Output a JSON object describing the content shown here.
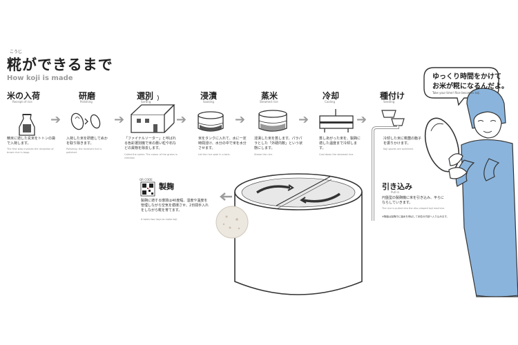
{
  "header": {
    "ruby": "こうじ",
    "title": "糀ができるまで",
    "subtitle": "How koji is made"
  },
  "steps": [
    {
      "title": "米の入荷",
      "en": "Receipt of rice",
      "jp": "精米に適した玄米をトトンの袋で入荷します。",
      "en_desc": "The first step involves the reception of brown rice in bags."
    },
    {
      "title": "研磨",
      "en": "Polishing",
      "jp": "入荷した米を研磨してぬかを取り除きます。",
      "en_desc": "Polishing: the received rice is polished."
    },
    {
      "title": "選別",
      "en": "Sorting",
      "jp": "「ファイナルソーター」と呼ばれる色彩選別機で米の悪い粒や石などの異物を除去します。",
      "en_desc": "Called the sorter. The colour of the grains is checked."
    },
    {
      "title": "浸漬",
      "en": "Soaking",
      "jp": "米をタンクに入れて、水に一定時間浸け、水分の中で米を水分させます。",
      "en_desc": "Let the rice soak in a tank."
    },
    {
      "title": "蒸米",
      "en": "Steamed rice",
      "jp": "浸漬した米を蒸します。パラパラとした「外硬内軟」という状態にします。",
      "en_desc": "Steam the rice."
    },
    {
      "title": "冷却",
      "en": "Cooling",
      "jp": "蒸しあがった米を、製麹に適した温度まで冷却します。",
      "en_desc": "Cool down the steamed rice."
    },
    {
      "title": "種付け",
      "en": "Seeding",
      "jp": "冷却した米に糀菌の胞子を振りかけます。",
      "en_desc": "Koji spores are sprinkled."
    }
  ],
  "lower": {
    "seimen_title": "製麹",
    "seimen_jp": "製麹に適する環境は40度程、湿度や温度を管理しながら空気を循環させ、2日間手入れをしながら糀を育てます。",
    "seimen_en": "It takes two days to make koji.",
    "qr_label": "QR CODE",
    "hikikomi_title": "引き込み",
    "hikikomi_en": "Pull in",
    "hikikomi_jp": "円盤型の製麹機に米を引き込み、平らにならしていきます。",
    "hikikomi_en_desc": "The rice is pulled into the disc-shaped koji machine.",
    "hikikomi_note": "※麹菌は製麹中に菌糸を伸ばして米粒の内部へ入り込みます。"
  },
  "bubble": {
    "line1": "ゆっくり時間をかけて",
    "line2": "お米が糀になるんだよ。",
    "en": "Take your time! Rice becomes koji."
  },
  "colors": {
    "suit": "#8ab4dc",
    "suit_dark": "#5f8fbd",
    "arrow": "#9c9c9c"
  }
}
